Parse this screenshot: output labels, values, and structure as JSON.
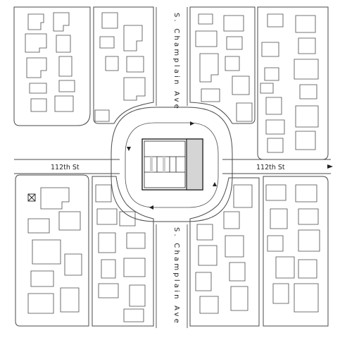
{
  "map": {
    "line_color": "#4a4a4a",
    "ink_color": "#222222",
    "road_label_vertical": "S. Champlain Ave",
    "road_label_horizontal": "112th St",
    "vertical_label_chars_top": [
      "S",
      ".",
      "C",
      "h",
      "a",
      "m",
      "p",
      "l",
      "a",
      "i",
      "n",
      "A",
      "v",
      "e"
    ],
    "vertical_label_chars_bottom": [
      "S",
      ".",
      "C",
      "h",
      "a",
      "m",
      "p",
      "l",
      "a",
      "i",
      "n",
      "A",
      "v",
      "e"
    ],
    "features": [
      "central-building",
      "traffic-circle",
      "city-blocks",
      "tree-symbol"
    ]
  }
}
